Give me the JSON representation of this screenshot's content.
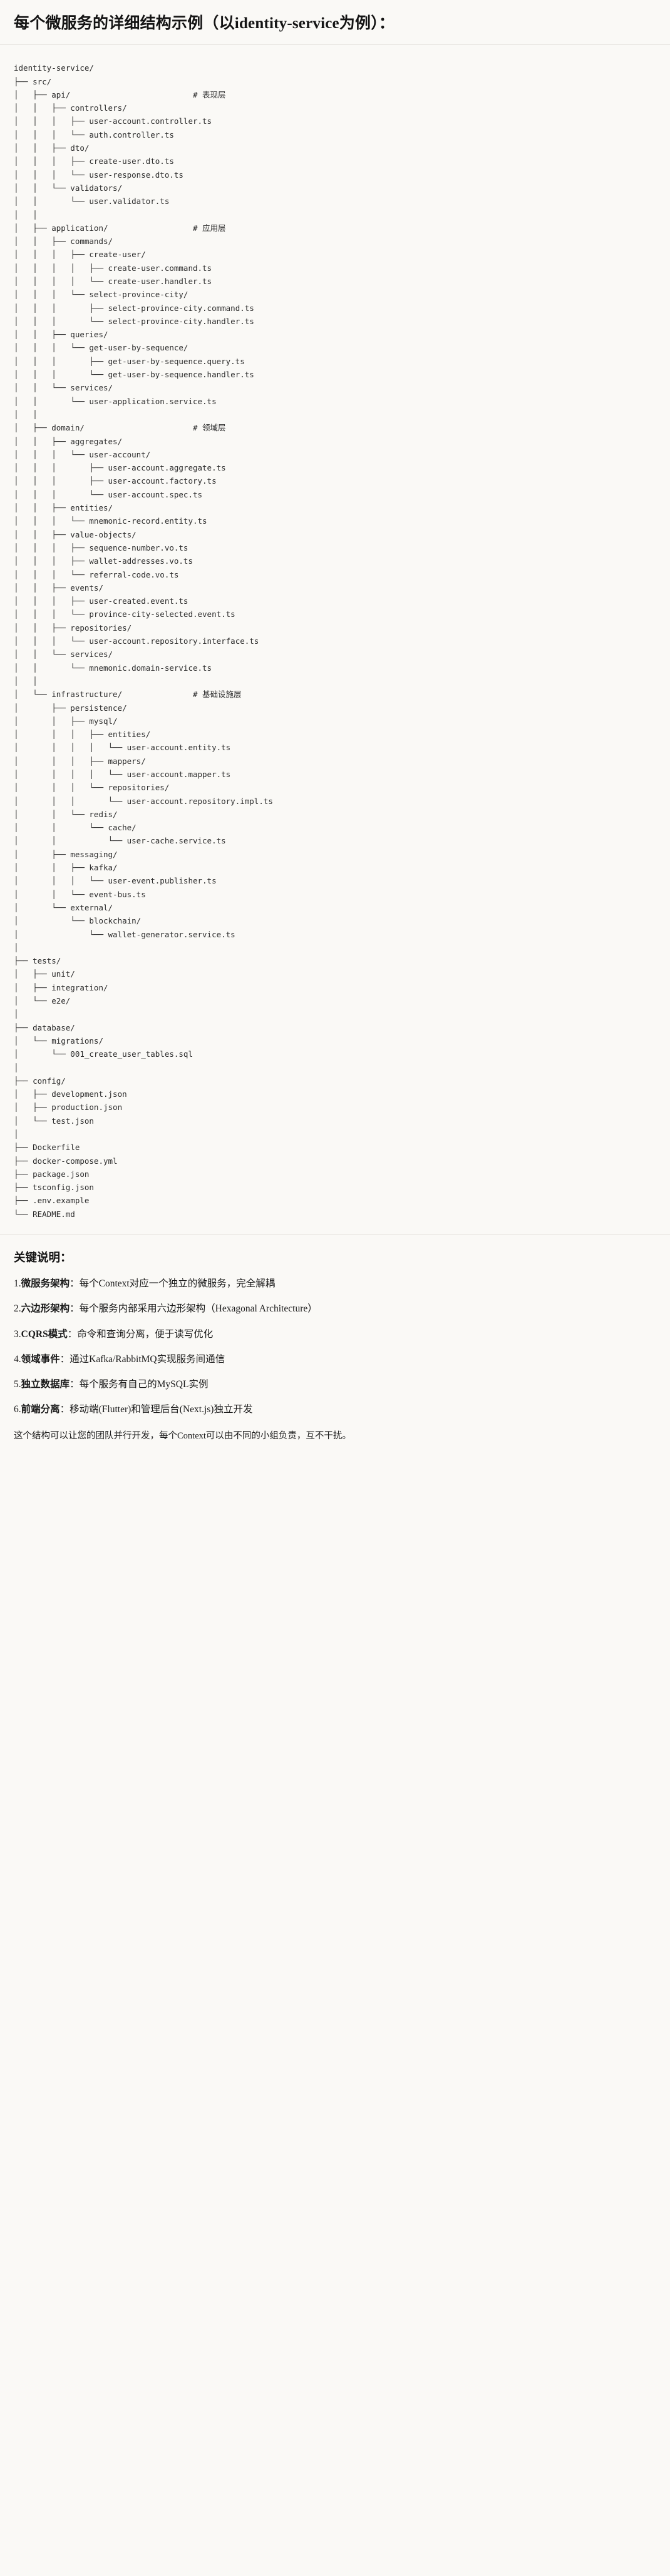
{
  "header": {
    "title": "每个微服务的详细结构示例（以identity-service为例）："
  },
  "tree": {
    "root": "identity-service/",
    "lines": [
      "identity-service/",
      "├── src/",
      "│   ├── api/                          # 表现层",
      "│   │   ├── controllers/",
      "│   │   │   ├── user-account.controller.ts",
      "│   │   │   └── auth.controller.ts",
      "│   │   ├── dto/",
      "│   │   │   ├── create-user.dto.ts",
      "│   │   │   └── user-response.dto.ts",
      "│   │   └── validators/",
      "│   │       └── user.validator.ts",
      "│   │",
      "│   ├── application/                  # 应用层",
      "│   │   ├── commands/",
      "│   │   │   ├── create-user/",
      "│   │   │   │   ├── create-user.command.ts",
      "│   │   │   │   └── create-user.handler.ts",
      "│   │   │   └── select-province-city/",
      "│   │   │       ├── select-province-city.command.ts",
      "│   │   │       └── select-province-city.handler.ts",
      "│   │   ├── queries/",
      "│   │   │   └── get-user-by-sequence/",
      "│   │   │       ├── get-user-by-sequence.query.ts",
      "│   │   │       └── get-user-by-sequence.handler.ts",
      "│   │   └── services/",
      "│   │       └── user-application.service.ts",
      "│   │",
      "│   ├── domain/                       # 领域层",
      "│   │   ├── aggregates/",
      "│   │   │   └── user-account/",
      "│   │   │       ├── user-account.aggregate.ts",
      "│   │   │       ├── user-account.factory.ts",
      "│   │   │       └── user-account.spec.ts",
      "│   │   ├── entities/",
      "│   │   │   └── mnemonic-record.entity.ts",
      "│   │   ├── value-objects/",
      "│   │   │   ├── sequence-number.vo.ts",
      "│   │   │   ├── wallet-addresses.vo.ts",
      "│   │   │   └── referral-code.vo.ts",
      "│   │   ├── events/",
      "│   │   │   ├── user-created.event.ts",
      "│   │   │   └── province-city-selected.event.ts",
      "│   │   ├── repositories/",
      "│   │   │   └── user-account.repository.interface.ts",
      "│   │   └── services/",
      "│   │       └── mnemonic.domain-service.ts",
      "│   │",
      "│   └── infrastructure/               # 基础设施层",
      "│       ├── persistence/",
      "│       │   ├── mysql/",
      "│       │   │   ├── entities/",
      "│       │   │   │   └── user-account.entity.ts",
      "│       │   │   ├── mappers/",
      "│       │   │   │   └── user-account.mapper.ts",
      "│       │   │   └── repositories/",
      "│       │   │       └── user-account.repository.impl.ts",
      "│       │   └── redis/",
      "│       │       └── cache/",
      "│       │           └── user-cache.service.ts",
      "│       ├── messaging/",
      "│       │   ├── kafka/",
      "│       │   │   └── user-event.publisher.ts",
      "│       │   └── event-bus.ts",
      "│       └── external/",
      "│           └── blockchain/",
      "│               └── wallet-generator.service.ts",
      "│",
      "├── tests/",
      "│   ├── unit/",
      "│   ├── integration/",
      "│   └── e2e/",
      "│",
      "├── database/",
      "│   └── migrations/",
      "│       └── 001_create_user_tables.sql",
      "│",
      "├── config/",
      "│   ├── development.json",
      "│   ├── production.json",
      "│   └── test.json",
      "│",
      "├── Dockerfile",
      "├── docker-compose.yml",
      "├── package.json",
      "├── tsconfig.json",
      "├── .env.example",
      "└── README.md"
    ],
    "layer_comments": [
      {
        "path": "api/",
        "comment": "# 表现层"
      },
      {
        "path": "application/",
        "comment": "# 应用层"
      },
      {
        "path": "domain/",
        "comment": "# 领域层"
      },
      {
        "path": "infrastructure/",
        "comment": "# 基础设施层"
      }
    ]
  },
  "notes": {
    "heading": "关键说明：",
    "items": [
      {
        "num": "1.",
        "term": "微服务架构",
        "text": "：每个Context对应一个独立的微服务，完全解耦"
      },
      {
        "num": "2.",
        "term": "六边形架构",
        "text": "：每个服务内部采用六边形架构（Hexagonal Architecture）"
      },
      {
        "num": "3.",
        "term": "CQRS模式",
        "text": "：命令和查询分离，便于读写优化"
      },
      {
        "num": "4.",
        "term": "领域事件",
        "text": "：通过Kafka/RabbitMQ实现服务间通信"
      },
      {
        "num": "5.",
        "term": "独立数据库",
        "text": "：每个服务有自己的MySQL实例"
      },
      {
        "num": "6.",
        "term": "前端分离",
        "text": "：移动端(Flutter)和管理后台(Next.js)独立开发"
      }
    ],
    "closing": "这个结构可以让您的团队并行开发，每个Context可以由不同的小组负责，互不干扰。"
  }
}
